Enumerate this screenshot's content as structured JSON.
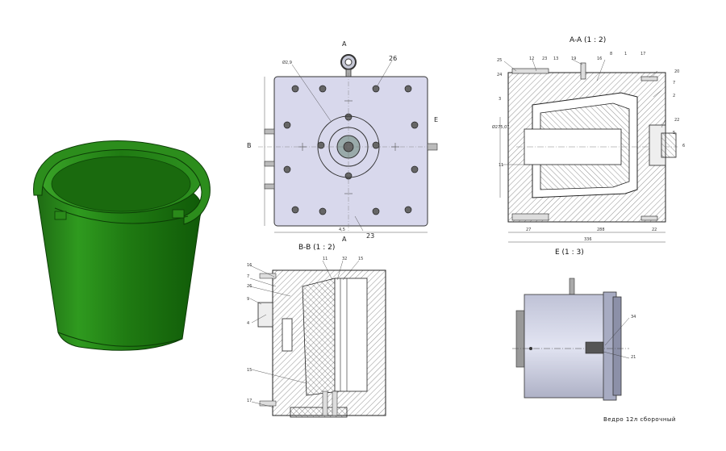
{
  "views": {
    "section_aa": {
      "title": "A-A (1 : 2)"
    },
    "section_bb": {
      "title": "B-B (1 : 2)"
    },
    "detail_e": {
      "title": "E (1 : 3)"
    }
  },
  "markers": {
    "a_top": "A",
    "a_bottom": "A",
    "b_left": "B",
    "e_right": "E"
  },
  "front_view": {
    "balloon_top": "26",
    "balloon_bottom": "23",
    "dim_top": "Ø2,9",
    "dim_bottom": "4,5"
  },
  "aa_balloons": [
    "25",
    "12",
    "23",
    "13",
    "19",
    "16",
    "8",
    "1",
    "17",
    "20",
    "24",
    "3",
    "7",
    "2",
    "22",
    "5",
    "6",
    "11"
  ],
  "aa_dims": {
    "left": "Ø275,07",
    "b1": "27",
    "b2": "288",
    "b3": "22",
    "total": "336"
  },
  "bb_balloons": [
    "16",
    "7",
    "26",
    "9",
    "4",
    "15",
    "17",
    "11",
    "32",
    "15"
  ],
  "e_balloons": [
    "34",
    "21"
  ],
  "caption": "Ведро 12л  сборочный"
}
